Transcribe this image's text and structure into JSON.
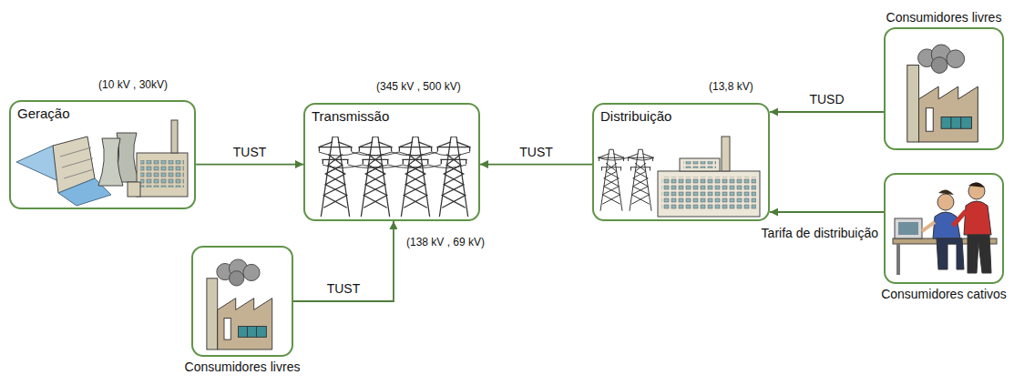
{
  "diagram": {
    "nodes": [
      {
        "text": [
          "Geração"
        ]
      },
      {
        "text": [
          "Transmissão"
        ]
      },
      {
        "text": [
          "Distribuição"
        ]
      },
      {
        "text": [
          "Consumidores livres"
        ]
      },
      {
        "text": [
          "Consumidores cativos"
        ]
      },
      {
        "text": [
          "Consumidores livres"
        ]
      }
    ],
    "edges": [
      {
        "from": 0,
        "to": 1,
        "label": "TUST",
        "arrow": "to"
      },
      {
        "from": 2,
        "to": 1,
        "label": "TUST",
        "arrow": "to"
      },
      {
        "from": 3,
        "to": 2,
        "label": "TUSD",
        "arrow": "to"
      },
      {
        "from": 4,
        "to": 2,
        "label": "Tarifa de distribuição",
        "arrow": "to"
      },
      {
        "from": 5,
        "to": 1,
        "label": "TUST",
        "arrow": "to"
      }
    ],
    "labels": [
      "(10 kV , 30kV)",
      "(345 kV , 500 kV)",
      "(138 kV , 69 kV)",
      "(13,8 kV)"
    ]
  }
}
